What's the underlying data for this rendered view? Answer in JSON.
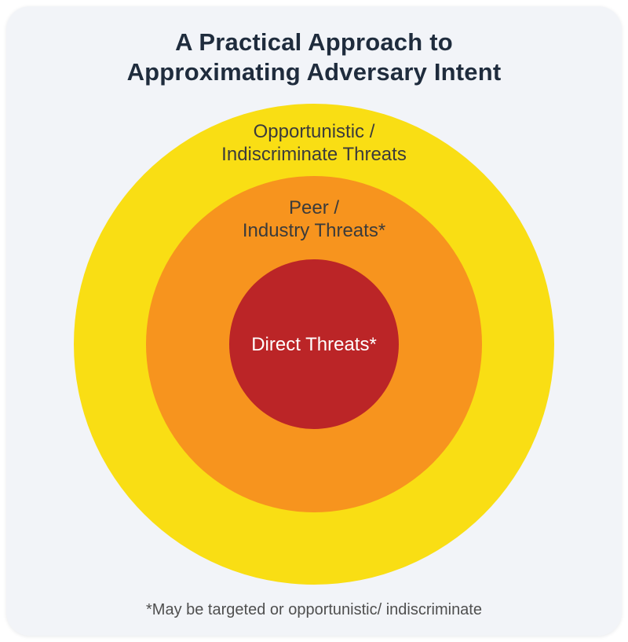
{
  "title": {
    "line1": "A Practical Approach to",
    "line2": "Approximating Adversary Intent"
  },
  "diagram": {
    "type": "concentric-circles",
    "rings": {
      "outer": {
        "label_line1": "Opportunistic /",
        "label_line2": "Indiscriminate Threats",
        "color": "#F9DE14",
        "text_color": "#3B3B3B"
      },
      "middle": {
        "label_line1": "Peer /",
        "label_line2": "Industry Threats*",
        "color": "#F7941E",
        "text_color": "#3B3B3B"
      },
      "inner": {
        "label_line1": "Direct Threats*",
        "color": "#BB2527",
        "text_color": "#FFFFFF"
      }
    }
  },
  "footnote": "*May be targeted or opportunistic/ indiscriminate",
  "colors": {
    "page_background": "#FFFFFF",
    "card_background": "#F2F4F8",
    "title_text": "#1F2C3D",
    "footnote_text": "#4F4F4F"
  }
}
